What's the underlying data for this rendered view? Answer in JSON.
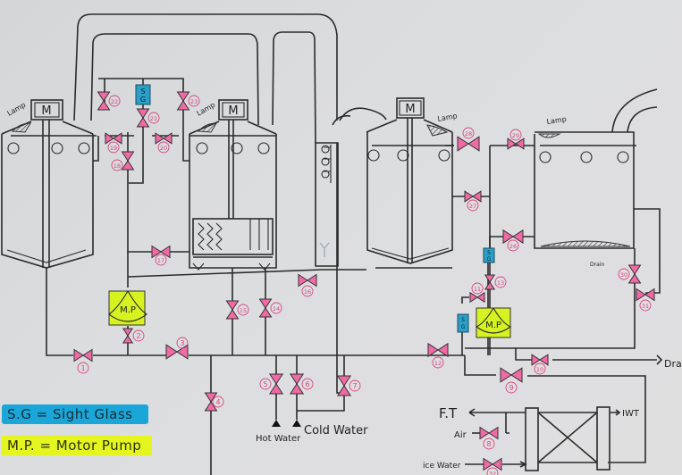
{
  "title": "Hand-drawn process flow diagram",
  "colors": {
    "valve": "#f06aa6",
    "valve_label": "#d8477f",
    "sight_glass": "#2a9fc7",
    "motor_pump": "#d6f221",
    "ink": "#2b2b2b",
    "paper": "#dcdddf"
  },
  "legend": {
    "sight_glass": "S.G = Sight Glass",
    "motor_pump": "M.P. = Motor Pump"
  },
  "motors": [
    {
      "label": "M"
    },
    {
      "label": "M"
    },
    {
      "label": "M"
    }
  ],
  "lamp_label": "Lamp",
  "sight_glass_label": "S G",
  "motor_pump_label": "M.P",
  "drain_label": "Drain",
  "drain_out_label": "Drain",
  "hot_water_label": "Hot Water",
  "cold_water_label": "Cold Water",
  "ft_label": "F.T",
  "air_label": "Air",
  "ice_water_label": "ice Water",
  "iwt_label": "IWT",
  "valves": [
    {
      "id": "1"
    },
    {
      "id": "2"
    },
    {
      "id": "3"
    },
    {
      "id": "4"
    },
    {
      "id": "5"
    },
    {
      "id": "6"
    },
    {
      "id": "7"
    },
    {
      "id": "8"
    },
    {
      "id": "9"
    },
    {
      "id": "10"
    },
    {
      "id": "11"
    },
    {
      "id": "12"
    },
    {
      "id": "13"
    },
    {
      "id": "14"
    },
    {
      "id": "15"
    },
    {
      "id": "16"
    },
    {
      "id": "17"
    },
    {
      "id": "18"
    },
    {
      "id": "19"
    },
    {
      "id": "20"
    },
    {
      "id": "21"
    },
    {
      "id": "22"
    },
    {
      "id": "23"
    },
    {
      "id": "26"
    },
    {
      "id": "27"
    },
    {
      "id": "28"
    },
    {
      "id": "29"
    },
    {
      "id": "30"
    },
    {
      "id": "31"
    },
    {
      "id": "32"
    }
  ]
}
